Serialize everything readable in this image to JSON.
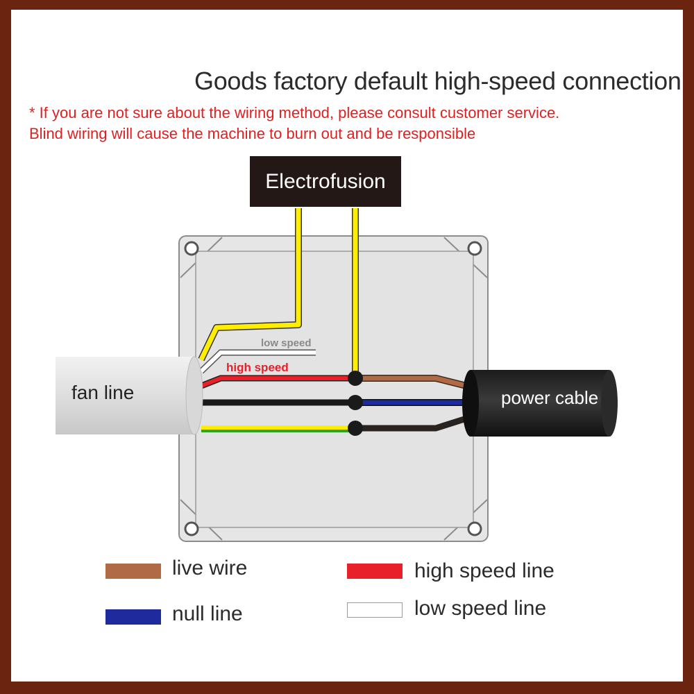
{
  "title": "Goods factory default high-speed connection",
  "warning": {
    "line1": "* If you are not sure about the wiring method, please consult customer service.",
    "line2": "Blind wiring will cause the machine to burn out and be responsible"
  },
  "electrofusion_label": "Electrofusion",
  "fan_line_label": "fan line",
  "power_cable_label": "power cable",
  "wire_labels": {
    "low_speed": "low speed",
    "high_speed": "high speed"
  },
  "legend": [
    {
      "label": "live wire",
      "color": "#b06a45"
    },
    {
      "label": "null line",
      "color": "#1f2a9c"
    },
    {
      "label": "high speed line",
      "color": "#e8202a"
    },
    {
      "label": "low speed line",
      "color": "#ffffff"
    }
  ],
  "colors": {
    "frame": "#6b2410",
    "capacitor_wire": "#ffee00",
    "live": "#b06a45",
    "null": "#1f2a9c",
    "high_speed": "#e8202a",
    "low_speed": "#ffffff",
    "fan_black": "#1a1a1a",
    "earth": "#2fa12a",
    "junction_box": "#e6e6e6"
  }
}
